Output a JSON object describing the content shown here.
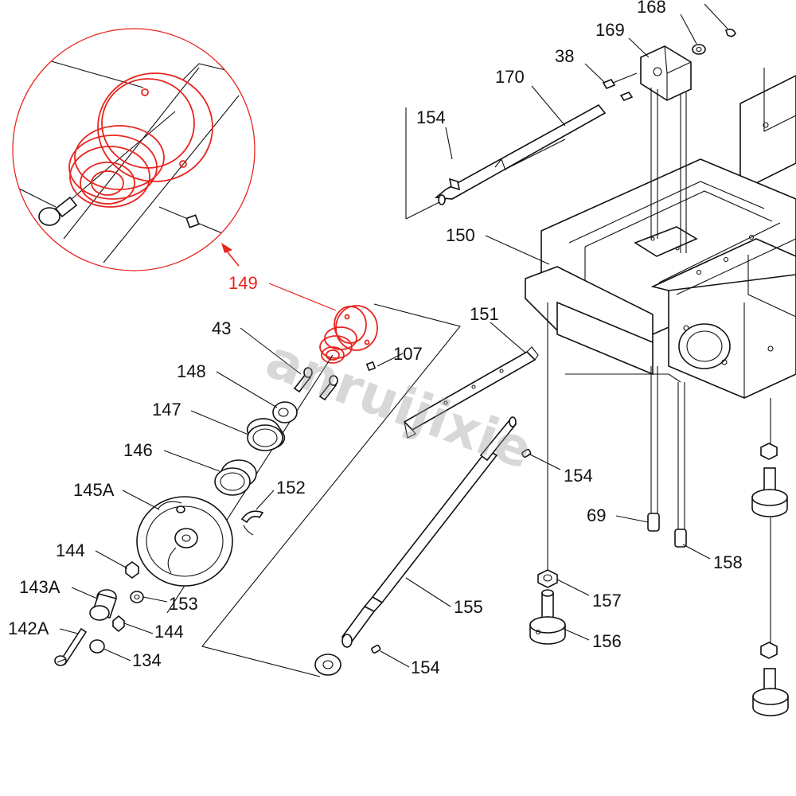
{
  "highlight_color": "#e8251f",
  "ink_color": "#111111",
  "watermark": "anruijixie",
  "callouts": {
    "p168": "168",
    "p169": "169",
    "p38": "38",
    "p170": "170",
    "p154_top": "154",
    "p150": "150",
    "p151": "151",
    "p149": "149",
    "p43": "43",
    "p107": "107",
    "p148": "148",
    "p147": "147",
    "p146": "146",
    "p145A": "145A",
    "p152": "152",
    "p154_mid": "154",
    "p69": "69",
    "p158": "158",
    "p144_top": "144",
    "p143A": "143A",
    "p153": "153",
    "p155": "155",
    "p157": "157",
    "p142A": "142A",
    "p144_bot": "144",
    "p156": "156",
    "p134": "134",
    "p154_bot": "154"
  }
}
